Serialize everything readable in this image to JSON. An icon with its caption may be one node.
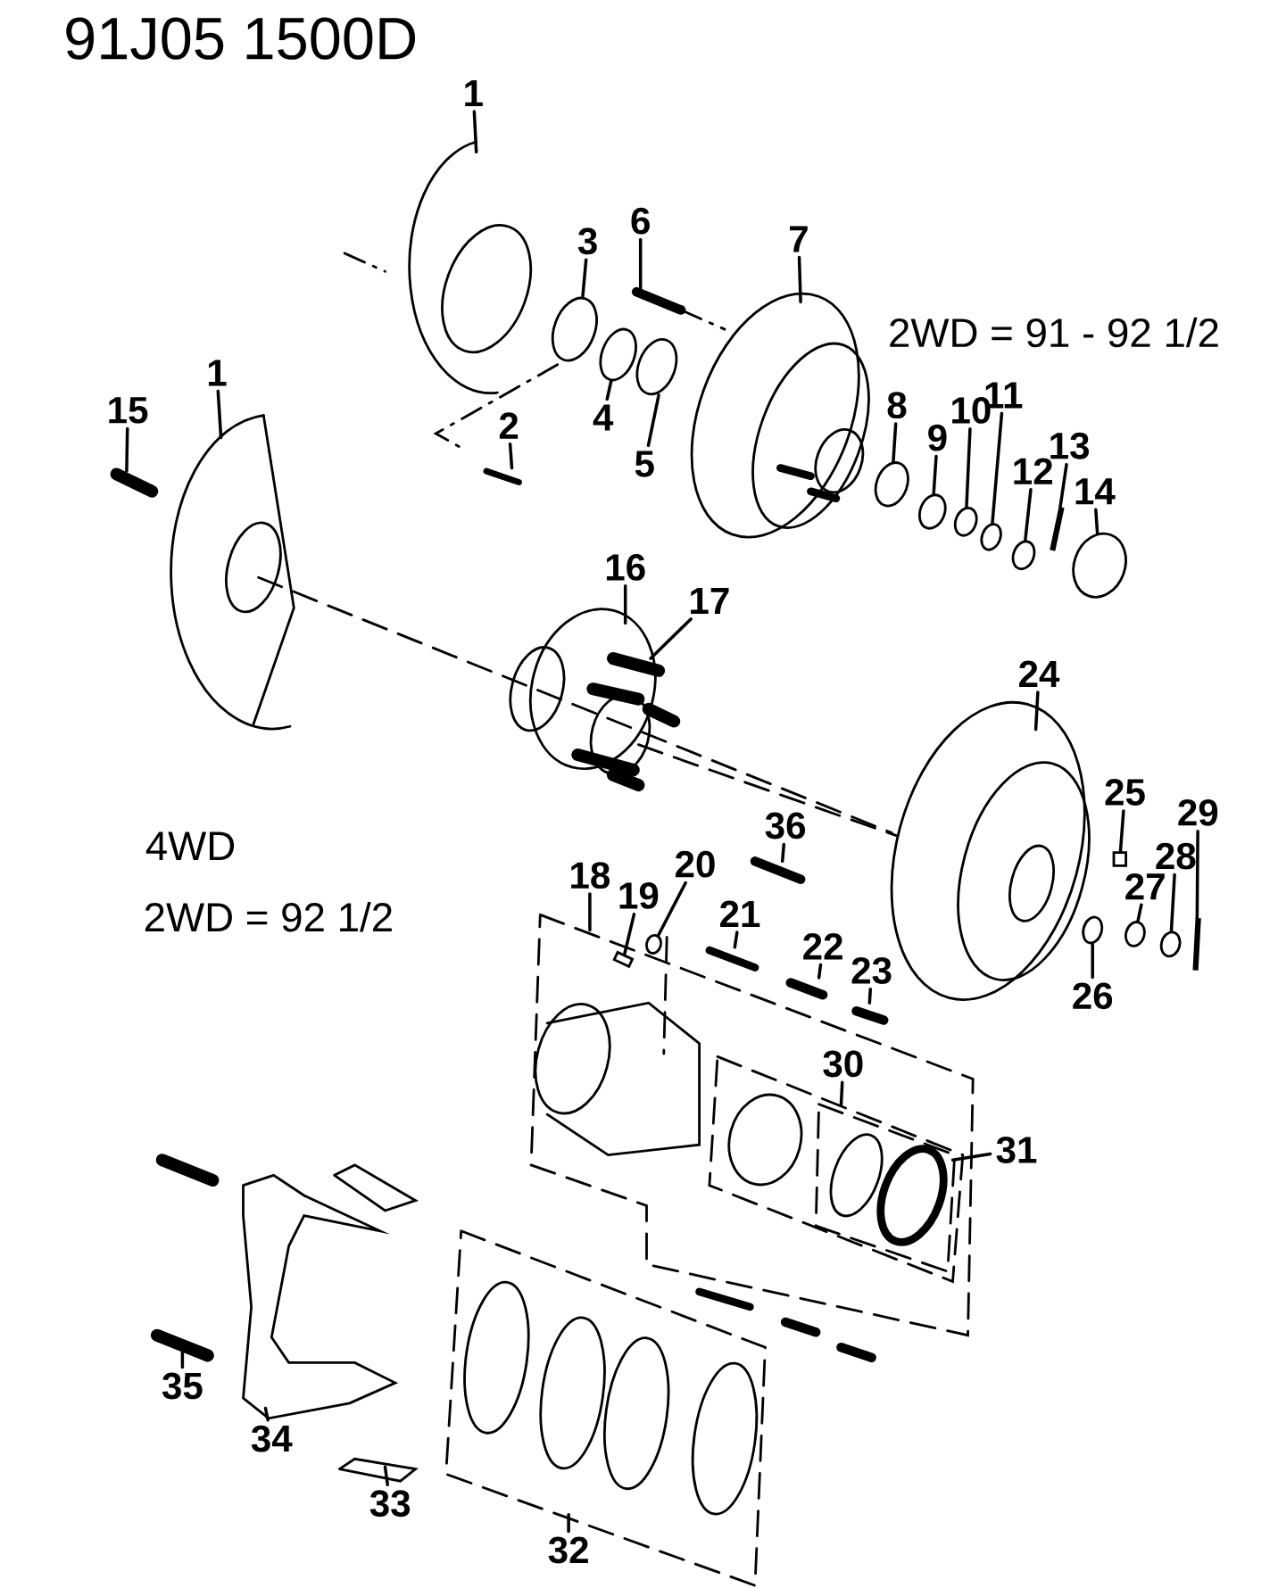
{
  "diagram": {
    "title": "91J05 1500D",
    "nodes": [
      {
        "text": [
          "1"
        ]
      },
      {
        "text": [
          "3"
        ]
      },
      {
        "text": [
          "6"
        ]
      },
      {
        "text": [
          "7"
        ]
      },
      {
        "text": [
          "1"
        ]
      },
      {
        "text": [
          "8"
        ]
      },
      {
        "text": [
          "11"
        ]
      },
      {
        "text": [
          "10"
        ]
      },
      {
        "text": [
          "15"
        ]
      },
      {
        "text": [
          "4"
        ]
      },
      {
        "text": [
          "2"
        ]
      },
      {
        "text": [
          "9"
        ]
      },
      {
        "text": [
          "13"
        ]
      },
      {
        "text": [
          "5"
        ]
      },
      {
        "text": [
          "12"
        ]
      },
      {
        "text": [
          "14"
        ]
      },
      {
        "text": [
          "16"
        ]
      },
      {
        "text": [
          "17"
        ]
      },
      {
        "text": [
          "24"
        ]
      },
      {
        "text": [
          "25"
        ]
      },
      {
        "text": [
          "29"
        ]
      },
      {
        "text": [
          "36"
        ]
      },
      {
        "text": [
          "28"
        ]
      },
      {
        "text": [
          "20"
        ]
      },
      {
        "text": [
          "18"
        ]
      },
      {
        "text": [
          "27"
        ]
      },
      {
        "text": [
          "19"
        ]
      },
      {
        "text": [
          "21"
        ]
      },
      {
        "text": [
          "22"
        ]
      },
      {
        "text": [
          "23"
        ]
      },
      {
        "text": [
          "26"
        ]
      },
      {
        "text": [
          "30"
        ]
      },
      {
        "text": [
          "31"
        ]
      },
      {
        "text": [
          "35"
        ]
      },
      {
        "text": [
          "34"
        ]
      },
      {
        "text": [
          "33"
        ]
      },
      {
        "text": [
          "32"
        ]
      },
      {
        "text": [],
        "shape": "circle"
      },
      {
        "text": [],
        "shape": "circle"
      },
      {
        "text": [],
        "shape": "circle"
      },
      {
        "text": [],
        "shape": "circle"
      },
      {
        "text": [],
        "shape": "circle"
      },
      {
        "text": [],
        "shape": "bar"
      },
      {
        "text": [],
        "shape": "circle"
      },
      {
        "text": [],
        "shape": "box"
      },
      {
        "text": [],
        "shape": "circle"
      },
      {
        "text": [],
        "shape": "box"
      },
      {
        "text": [],
        "shape": "circle"
      },
      {
        "text": [],
        "shape": "circle"
      },
      {
        "text": [],
        "shape": "circle"
      },
      {
        "text": [],
        "shape": "bar"
      }
    ],
    "edges": [
      {
        "from": 0,
        "to": null,
        "arrow": "none"
      },
      {
        "from": 1,
        "to": null,
        "arrow": "none"
      },
      {
        "from": 2,
        "to": null,
        "arrow": "none"
      },
      {
        "from": 3,
        "to": null,
        "arrow": "none"
      },
      {
        "from": 4,
        "to": null,
        "arrow": "none"
      },
      {
        "from": 5,
        "to": 37,
        "arrow": "none"
      },
      {
        "from": 6,
        "to": 40,
        "arrow": "none"
      },
      {
        "from": 7,
        "to": 39,
        "arrow": "none"
      },
      {
        "from": 8,
        "to": null,
        "arrow": "none"
      },
      {
        "from": 9,
        "to": null,
        "arrow": "none"
      },
      {
        "from": 10,
        "to": null,
        "arrow": "none"
      },
      {
        "from": 11,
        "to": 38,
        "arrow": "none"
      },
      {
        "from": 12,
        "to": 42,
        "arrow": "none"
      },
      {
        "from": 13,
        "to": null,
        "arrow": "none"
      },
      {
        "from": 14,
        "to": 41,
        "arrow": "none"
      },
      {
        "from": 15,
        "to": 43,
        "arrow": "none"
      },
      {
        "from": 16,
        "to": null,
        "arrow": "none"
      },
      {
        "from": 17,
        "to": null,
        "arrow": "none"
      },
      {
        "from": 18,
        "to": null,
        "arrow": "none"
      },
      {
        "from": 19,
        "to": 46,
        "arrow": "none"
      },
      {
        "from": 20,
        "to": 50,
        "arrow": "none"
      },
      {
        "from": 21,
        "to": null,
        "arrow": "none"
      },
      {
        "from": 22,
        "to": 49,
        "arrow": "none"
      },
      {
        "from": 23,
        "to": 45,
        "arrow": "none"
      },
      {
        "from": 24,
        "to": null,
        "arrow": "none"
      },
      {
        "from": 25,
        "to": 48,
        "arrow": "none"
      },
      {
        "from": 26,
        "to": 44,
        "arrow": "none"
      },
      {
        "from": 27,
        "to": null,
        "arrow": "none"
      },
      {
        "from": 28,
        "to": null,
        "arrow": "none"
      },
      {
        "from": 29,
        "to": null,
        "arrow": "none"
      },
      {
        "from": 30,
        "to": 47,
        "arrow": "none"
      },
      {
        "from": 31,
        "to": null,
        "arrow": "none"
      },
      {
        "from": 32,
        "to": null,
        "arrow": "none"
      },
      {
        "from": 33,
        "to": null,
        "arrow": "none"
      },
      {
        "from": 34,
        "to": null,
        "arrow": "none"
      },
      {
        "from": 35,
        "to": null,
        "arrow": "none"
      },
      {
        "from": 36,
        "to": null,
        "arrow": "none"
      }
    ],
    "labels": [
      "2WD = 91 - 92 1/2",
      "4WD",
      "2WD = 92 1/2"
    ]
  }
}
